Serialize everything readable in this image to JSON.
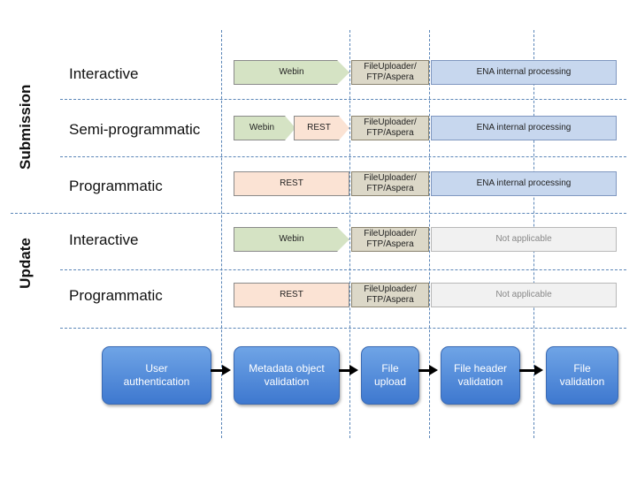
{
  "groups": {
    "submission": "Submission",
    "update": "Update"
  },
  "rows": {
    "r1": "Interactive",
    "r2": "Semi-programmatic",
    "r3": "Programmatic",
    "r4": "Interactive",
    "r5": "Programmatic"
  },
  "bars": {
    "webin": "Webin",
    "rest": "REST",
    "file_uploader": "FileUploader/\nFTP/Aspera",
    "ena_processing": "ENA internal processing",
    "not_applicable": "Not applicable"
  },
  "steps": {
    "user_auth": "User authentication",
    "metadata_validation": "Metadata object validation",
    "file_upload": "File upload",
    "file_header_validation": "File header validation",
    "file_validation": "File validation"
  },
  "colors": {
    "webin": "#d5e3c4",
    "rest": "#fbe3d4",
    "uploader": "#dcd8c8",
    "ena": "#c7d7ee",
    "not_applicable": "#f1f1f1",
    "step": "#4a86d9",
    "gridline": "#5b86b8"
  }
}
